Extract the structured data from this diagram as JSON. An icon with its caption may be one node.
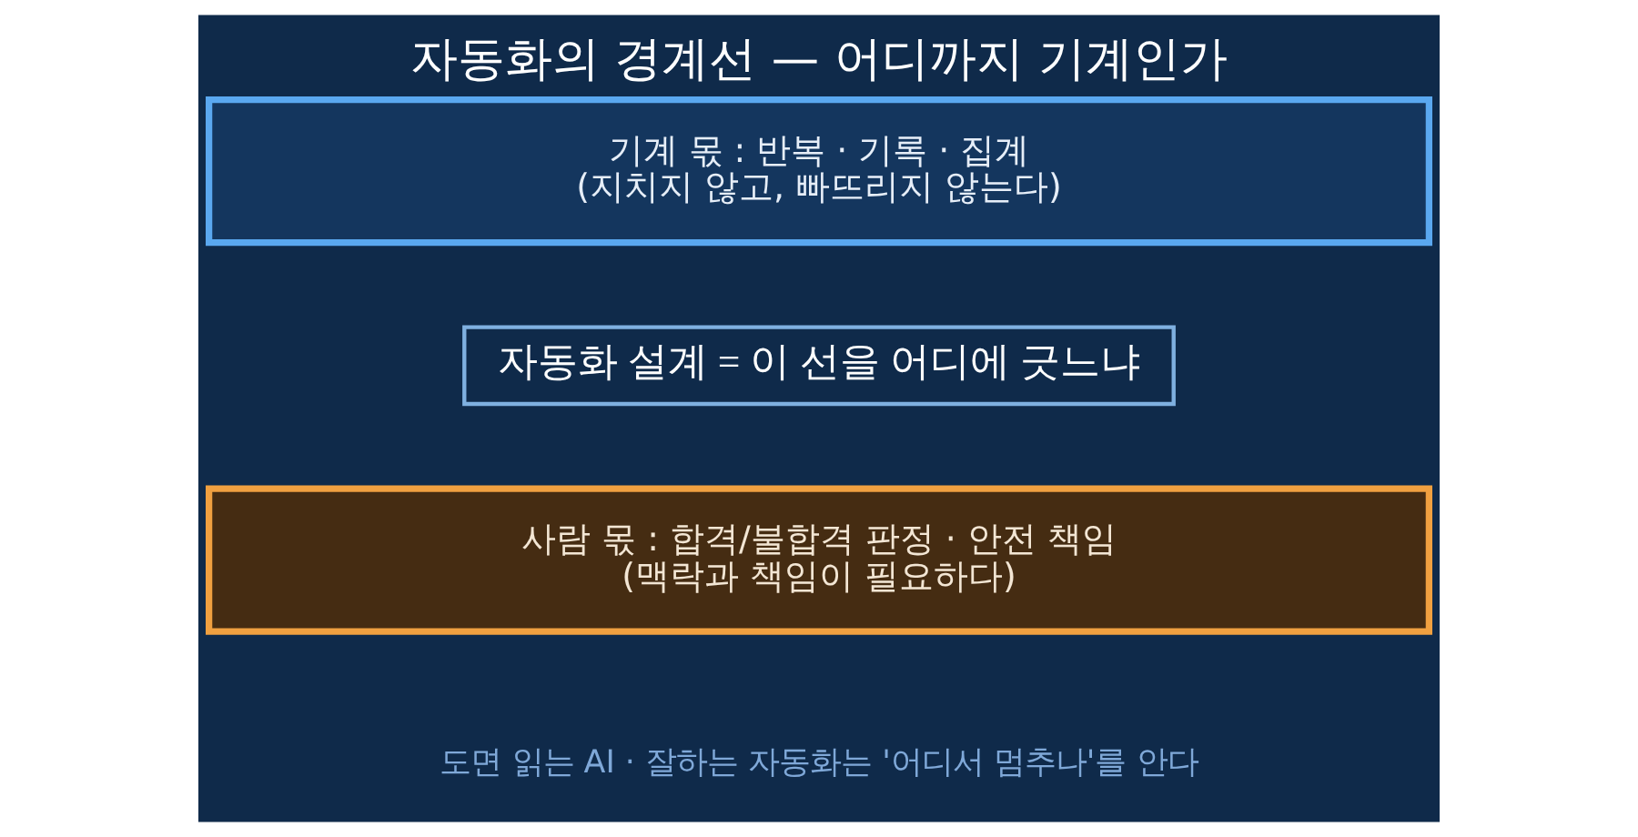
{
  "diagram": {
    "title": "자동화의 경계선 — 어디까지 기계인가",
    "nodes": [
      {
        "text": [
          "기계 몫 : 반복 · 기록 · 집계",
          "(지치지 않고, 빠뜨리지 않는다)"
        ]
      },
      {
        "text": [
          "자동화 설계 = 이 선을 어디에 긋느냐"
        ]
      },
      {
        "text": [
          "사람 몫 : 합격/불합격 판정 · 안전 책임",
          "(맥락과 책임이 필요하다)"
        ]
      }
    ],
    "edges": [],
    "caption": "도면 읽는 AI · 잘하는 자동화는 '어디서 멈추나'를 안다"
  }
}
